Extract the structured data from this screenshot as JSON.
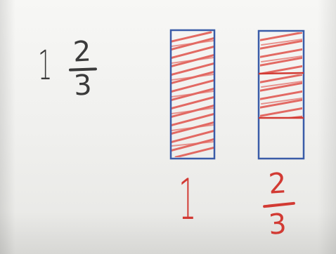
{
  "mixed_number": {
    "whole": "1",
    "numerator": "2",
    "denominator": "3"
  },
  "bar_whole": {
    "label": "1",
    "parts": 1,
    "shaded_parts": 1
  },
  "bar_fraction": {
    "label_numerator": "2",
    "label_denominator": "3",
    "parts": 3,
    "shaded_parts": 2
  },
  "colors": {
    "marker_black": "#3a3a3a",
    "marker_blue": "#3a5ca8",
    "marker_red": "#d23a33"
  }
}
